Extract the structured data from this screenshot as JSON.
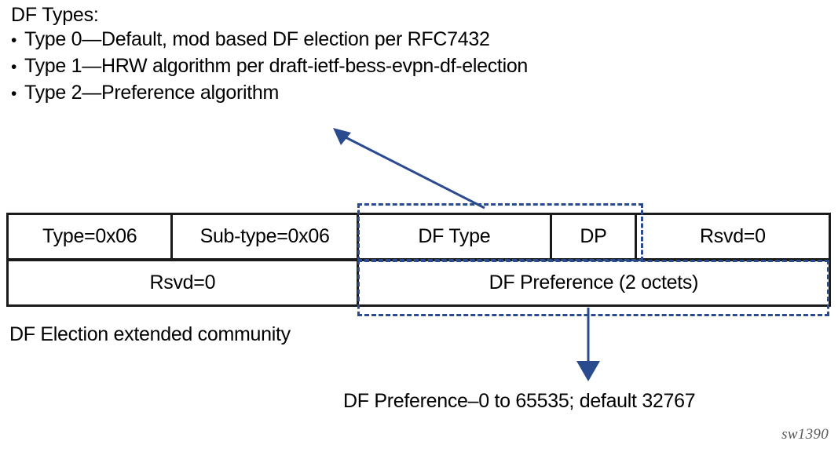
{
  "notes": {
    "title": "DF Types:",
    "bullet_glyph": "•",
    "items": [
      "Type 0—Default, mod based DF election per RFC7432",
      "Type 1—HRW algorithm per draft-ietf-bess-evpn-df-election",
      "Type 2—Preference algorithm"
    ]
  },
  "packet": {
    "row1": [
      "Type=0x06",
      "Sub-type=0x06",
      "DF Type",
      "DP",
      "Rsvd=0"
    ],
    "row2": [
      "Rsvd=0",
      "DF Preference (2 octets)"
    ]
  },
  "caption": "DF Election extended community",
  "annotation": "DF Preference–0 to 65535; default 32767",
  "figure_id": "sw1390",
  "colors": {
    "accent_blue": "#2a4b8d",
    "border_black": "#1a1a1a",
    "text_black": "#000000",
    "figure_id_gray": "#58595b",
    "background": "#ffffff"
  }
}
